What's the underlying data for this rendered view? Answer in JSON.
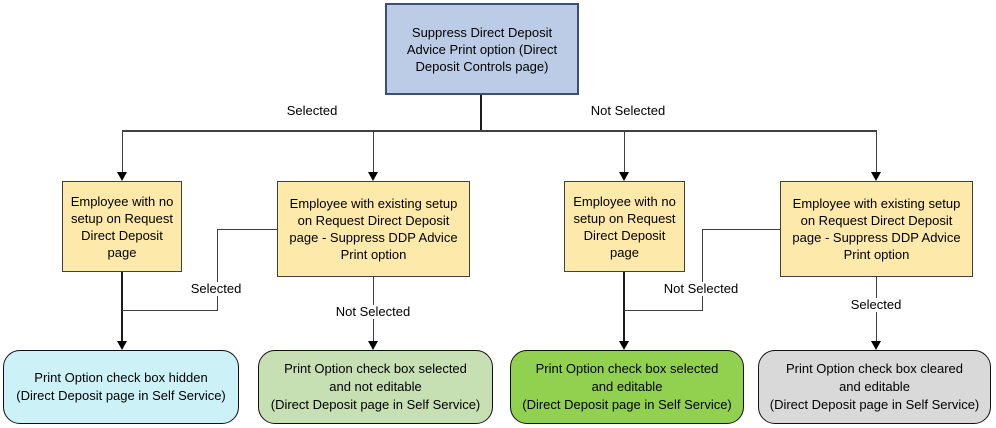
{
  "diagram": {
    "title_node": {
      "text": "Suppress Direct Deposit Advice Print option (Direct Deposit Controls page)",
      "lines": [
        "Suppress Direct Deposit",
        "Advice Print option (Direct",
        "Deposit Controls page)"
      ]
    },
    "branch_labels": {
      "left": "Selected",
      "right": "Not Selected"
    },
    "middle_nodes": [
      {
        "text": "Employee with no setup on Request Direct Deposit page",
        "lines": [
          "Employee with no",
          "setup on Request",
          "Direct Deposit",
          "page"
        ]
      },
      {
        "text": "Employee with existing setup on Request Direct Deposit page - Suppress DDP Advice Print option",
        "lines": [
          "Employee with existing setup",
          "on Request Direct Deposit",
          "page - Suppress DDP Advice",
          "Print option"
        ]
      },
      {
        "text": "Employee with no setup on Request Direct Deposit page",
        "lines": [
          "Employee with no",
          "setup on Request",
          "Direct Deposit",
          "page"
        ]
      },
      {
        "text": "Employee with existing setup on Request Direct Deposit page - Suppress DDP Advice Print option",
        "lines": [
          "Employee with existing setup",
          "on Request Direct Deposit",
          "page - Suppress DDP Advice",
          "Print option"
        ]
      }
    ],
    "edge_labels": {
      "left_elbow": "Selected",
      "mid2_down": "Not Selected",
      "right_elbow": "Not Selected",
      "mid4_down": "Selected"
    },
    "outcome_nodes": [
      {
        "text": "Print Option check box hidden (Direct Deposit page in Self Service)",
        "lines": [
          "Print Option check box hidden",
          "(Direct Deposit page in Self Service)"
        ],
        "fill": "#CCF2F8"
      },
      {
        "text": "Print Option check box selected and not editable (Direct Deposit page in Self Service)",
        "lines": [
          "Print Option check box selected",
          "and not editable",
          "(Direct Deposit page in Self Service)"
        ],
        "fill": "#C6E0B4"
      },
      {
        "text": "Print Option check box selected and editable (Direct Deposit page in Self Service)",
        "lines": [
          "Print Option check box selected",
          "and editable",
          "(Direct Deposit page in Self Service)"
        ],
        "fill": "#92D050"
      },
      {
        "text": "Print Option check box cleared and editable (Direct Deposit page in Self Service)",
        "lines": [
          "Print Option check box cleared",
          "and editable",
          "(Direct Deposit page in Self Service)"
        ],
        "fill": "#D9D9D9"
      }
    ],
    "colors": {
      "title_fill": "#BCCCE6",
      "title_border": "#3A5076",
      "employee_fill": "#FDE9A9",
      "employee_border": "#404040",
      "outcome_border": "#111111",
      "connector": "#404040",
      "canvas": "#FFFFFF"
    }
  }
}
